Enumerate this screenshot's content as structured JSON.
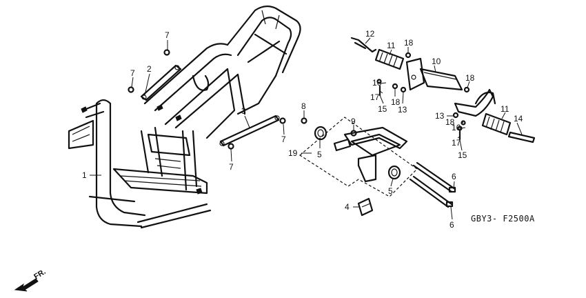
{
  "diagram": {
    "code": "GBY3- F2500A",
    "direction_label": "FR.",
    "callouts": [
      "1",
      "2",
      "3",
      "4",
      "5",
      "5",
      "6",
      "6",
      "7",
      "7",
      "7",
      "7",
      "8",
      "9",
      "10",
      "11",
      "11",
      "12",
      "13",
      "13",
      "14",
      "15",
      "15",
      "16",
      "16",
      "17",
      "17",
      "18",
      "18",
      "18",
      "18",
      "19"
    ]
  }
}
